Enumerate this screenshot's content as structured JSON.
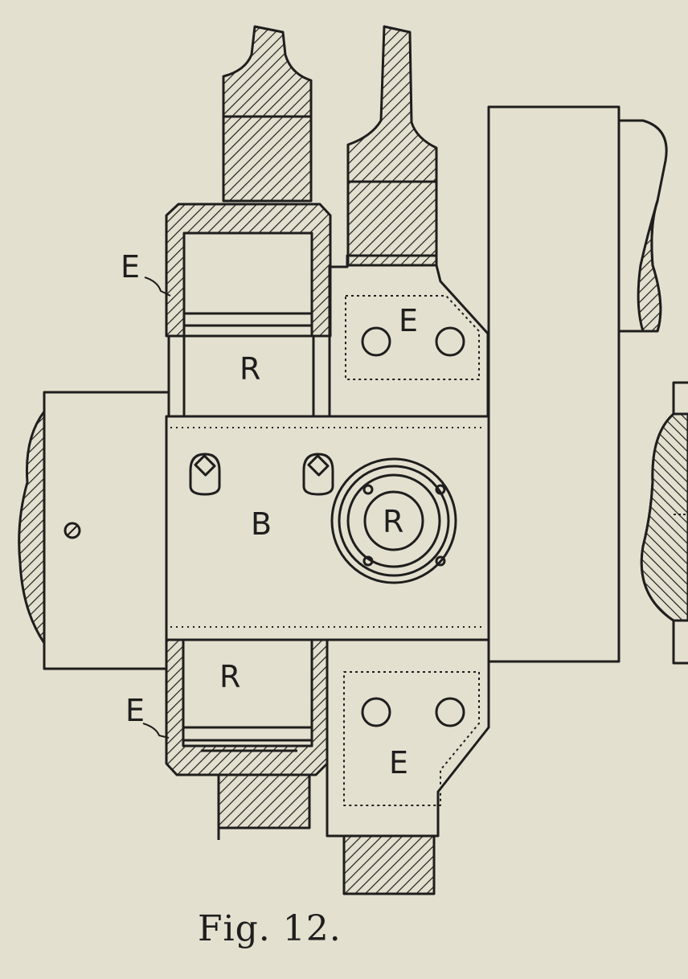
{
  "figure": {
    "caption": "Fig. 12.",
    "labels": {
      "e_top_left": "E",
      "e_top_right": "E",
      "r_upper": "R",
      "b_block": "B",
      "r_circle": "R",
      "r_lower": "R",
      "e_bottom_left": "E",
      "e_bottom_right": "E"
    }
  },
  "colors": {
    "paper": "#e4e0cf",
    "ink": "#1e1e1e"
  }
}
